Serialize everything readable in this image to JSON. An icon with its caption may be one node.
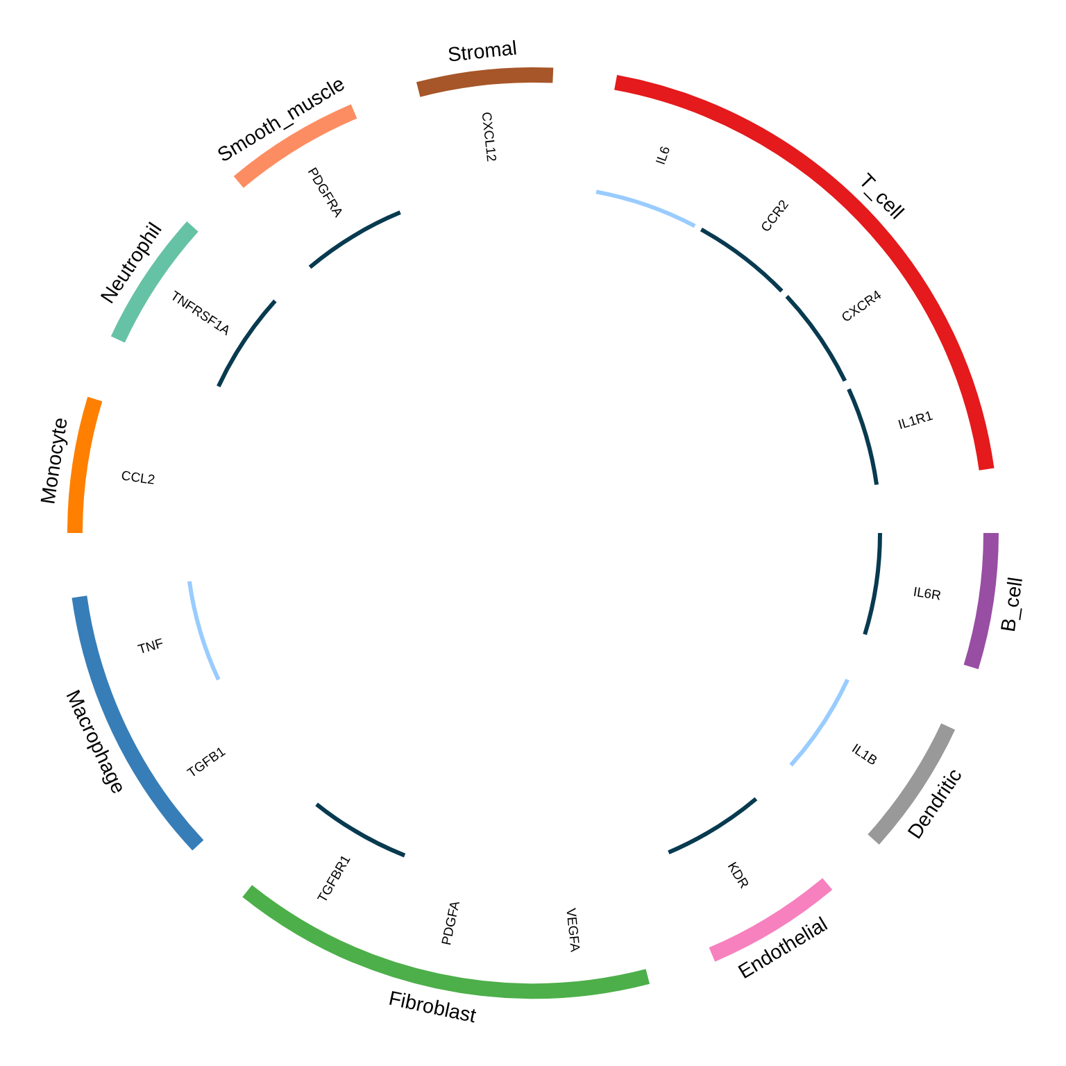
{
  "diagram": {
    "nodes": [
      {
        "text": [
          "T_cell"
        ]
      },
      {
        "text": [
          "B_cell"
        ]
      },
      {
        "text": [
          "Dendritic"
        ]
      },
      {
        "text": [
          "Endothelial"
        ]
      },
      {
        "text": [
          "Fibroblast"
        ]
      },
      {
        "text": [
          "Macrophage"
        ]
      },
      {
        "text": [
          "Monocyte"
        ]
      },
      {
        "text": [
          "Neutrophil"
        ]
      },
      {
        "text": [
          "Smooth_muscle"
        ]
      },
      {
        "text": [
          "Stromal"
        ]
      },
      {
        "text": [
          "IL6"
        ]
      },
      {
        "text": [
          "CCR2"
        ]
      },
      {
        "text": [
          "CXCR4"
        ]
      },
      {
        "text": [
          "IL1R1"
        ]
      },
      {
        "text": [
          "IL6R"
        ]
      },
      {
        "text": [
          "IL1B"
        ]
      },
      {
        "text": [
          "KDR"
        ]
      },
      {
        "text": [
          "VEGFA"
        ]
      },
      {
        "text": [
          "PDGFA"
        ]
      },
      {
        "text": [
          "TGFBR1"
        ]
      },
      {
        "text": [
          "TGFB1"
        ]
      },
      {
        "text": [
          "TNF"
        ]
      },
      {
        "text": [
          "CCL2"
        ]
      },
      {
        "text": [
          "TNFRSF1A"
        ]
      },
      {
        "text": [
          "PDGFRA"
        ]
      },
      {
        "text": [
          "CXCL12"
        ]
      }
    ],
    "edges": []
  }
}
